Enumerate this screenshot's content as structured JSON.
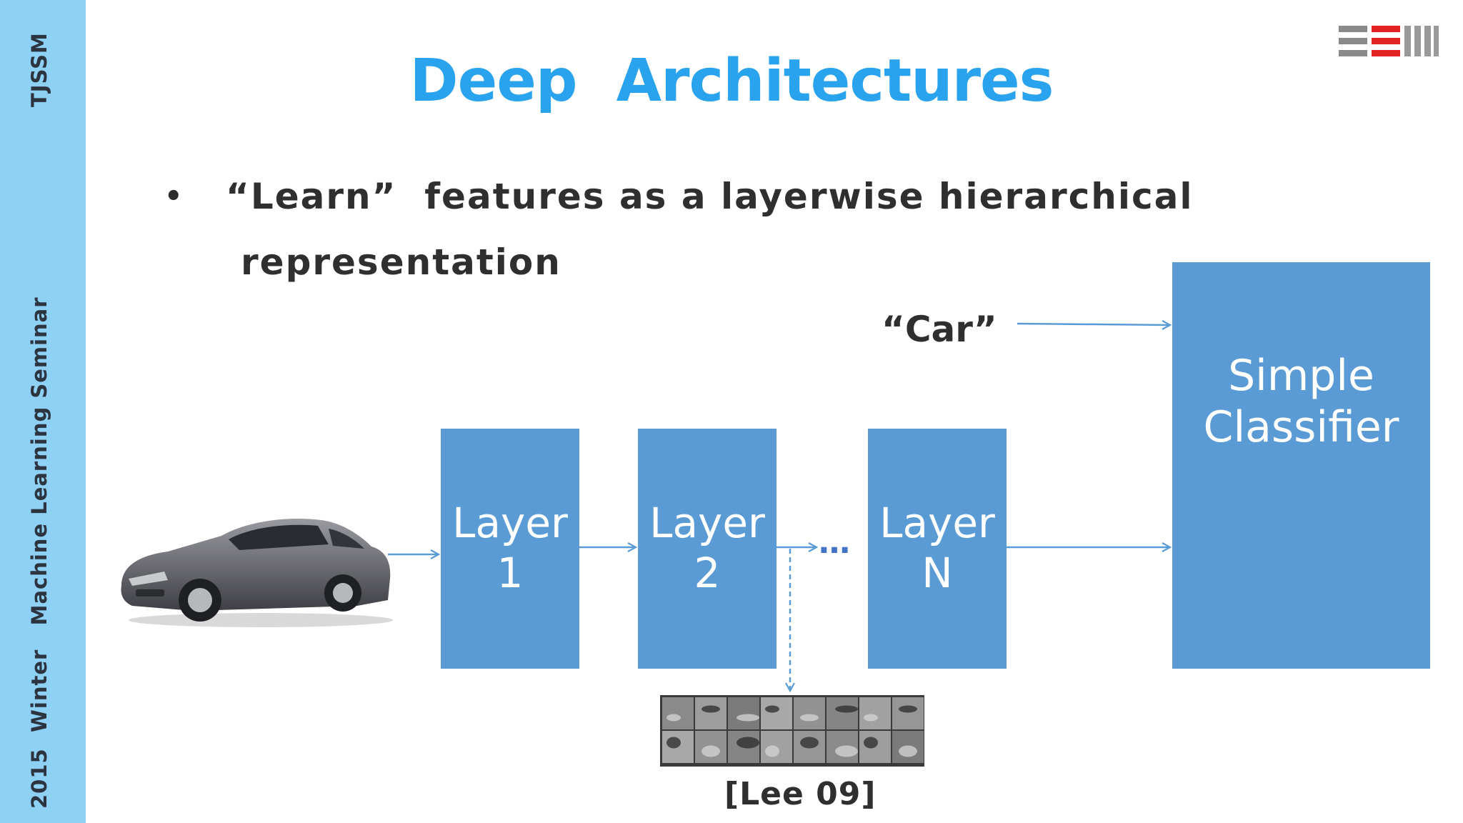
{
  "sidebar": {
    "top_text": "TJSSM",
    "bottom_text": "2015  Winter   Machine Learning Seminar",
    "color": "#8fd0f5"
  },
  "slide": {
    "title": "Deep  Architectures",
    "bullet_line1": "“Learn”  features as a layerwise hierarchical",
    "bullet_line2": "representation"
  },
  "diagram": {
    "output_label": "“Car”",
    "layers": [
      {
        "line1": "Layer",
        "line2": "1"
      },
      {
        "line1": "Layer",
        "line2": "2"
      },
      {
        "line1": "Layer",
        "line2": "N"
      }
    ],
    "ellipsis": "…",
    "classifier": {
      "line1": "Simple",
      "line2": "Classifier"
    },
    "citation": "[Lee 09]",
    "box_color": "#5b9bd5",
    "arrow_color": "#5b9bd5"
  },
  "icons": {
    "logo": "university-logo-icon",
    "car": "car-photo",
    "filters": "learned-filters-image"
  }
}
